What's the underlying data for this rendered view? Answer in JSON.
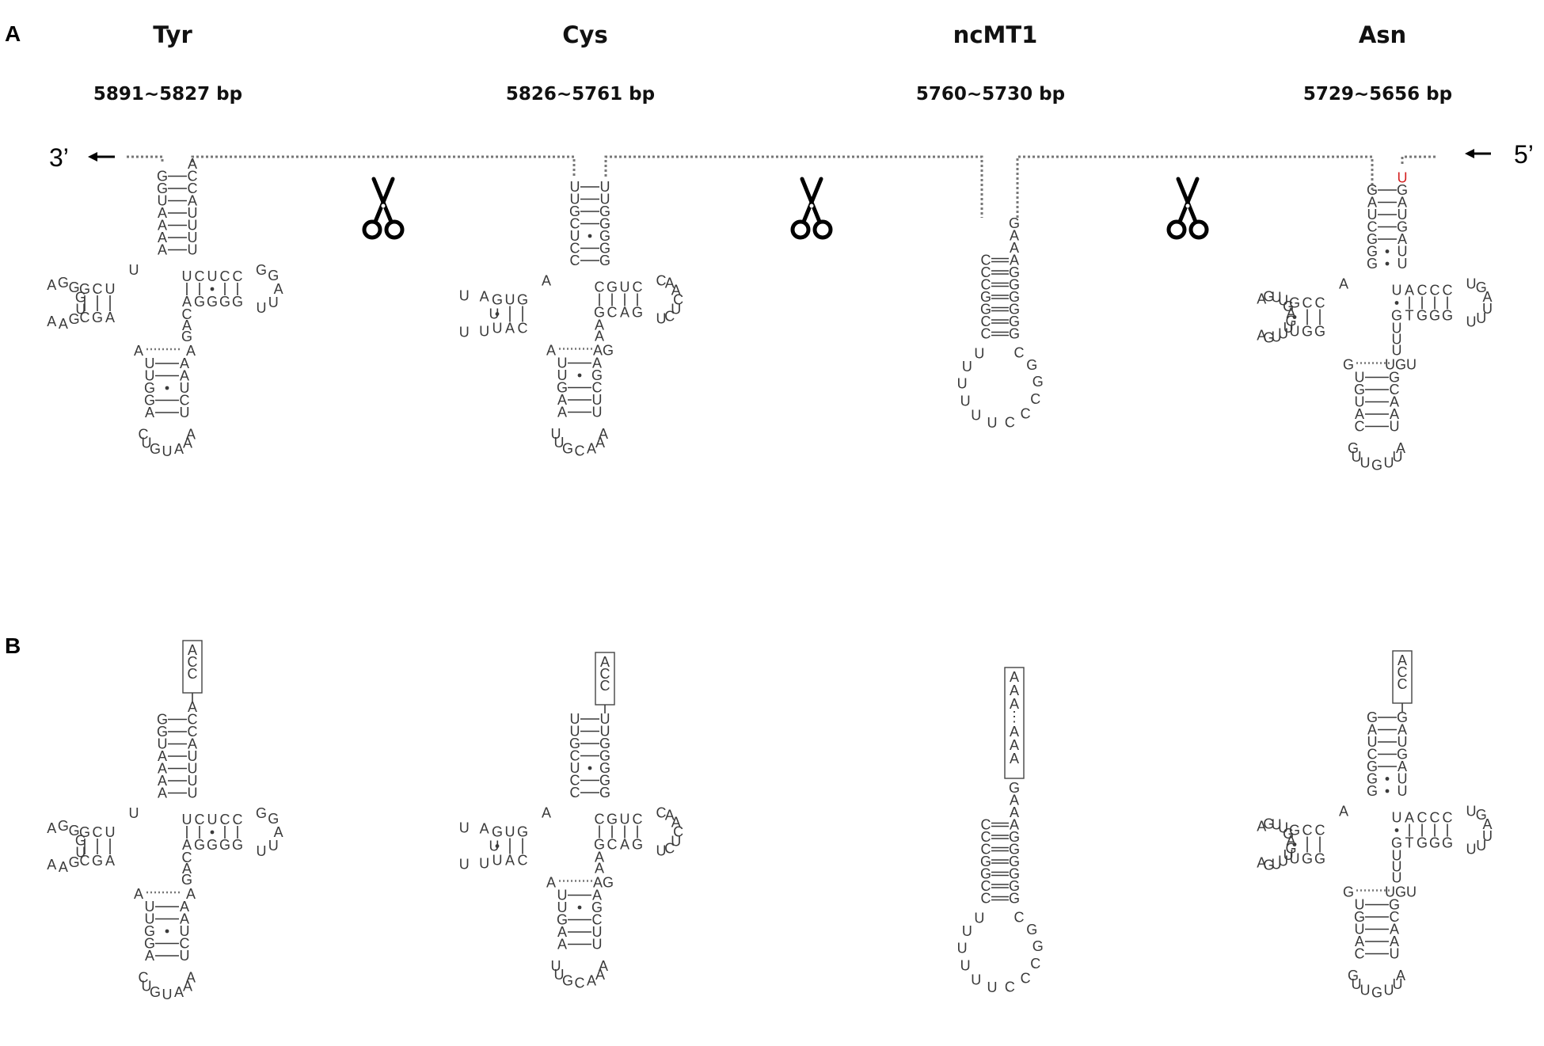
{
  "panels": {
    "a_label": "A",
    "b_label": "B"
  },
  "strand": {
    "three_prime": "3’",
    "five_prime": "5’",
    "arrow_color": "#000000",
    "backbone_color": "#777777"
  },
  "colors": {
    "nucleotide": "#3a3a3a",
    "highlight": "#d42020"
  },
  "icons": {
    "cleavage": "scissors-icon",
    "direction": "left-arrow-icon"
  },
  "genes": [
    {
      "id": "tyr",
      "name": "Tyr",
      "range": "5891~5827 bp",
      "type": "trna",
      "acc": {
        "stem5": "GGUAAAA",
        "stem3": "CCAUUUU",
        "pairs": "|||||||",
        "disc": "A"
      },
      "d": {
        "stem5": "UCG",
        "stem3": "AGC",
        "pairs": "|||",
        "loop": "AGGGUGAA"
      },
      "link1": "U",
      "ac": {
        "stem5": "UUGGA",
        "stem3": "AAUCU",
        "pairs": "||.||",
        "loop": "CUGUAAA",
        "top5": "A",
        "top3": "A"
      },
      "var": "CAG",
      "t": {
        "stem5": "UCUCC",
        "stem3": "AGGGG",
        "pairs": "||.||",
        "loop": "GGAUU"
      },
      "tail": "ACC"
    },
    {
      "id": "cys",
      "name": "Cys",
      "range": "5826~5761 bp",
      "type": "trna",
      "acc": {
        "stem5": "UUGCUCC",
        "stem3": "UUGGGGG",
        "pairs": "||||.||",
        "disc": ""
      },
      "d": {
        "stem5": "GUG",
        "stem3": "CAU",
        "pairs": "||.",
        "loop": "UAUUU"
      },
      "link1": "A",
      "ac": {
        "stem5": "UUGAA",
        "stem3": "AGCUU",
        "pairs": "|.|||",
        "loop": "UUGCAAA",
        "top5": "A",
        "top3": "AG"
      },
      "var": "AA",
      "t": {
        "stem5": "CGUC",
        "stem3": "GCAG",
        "pairs": "||||",
        "loop": "CAACUCU"
      },
      "tail": "ACC"
    },
    {
      "id": "ncmt1",
      "name": "ncMT1",
      "range": "5760~5730 bp",
      "type": "hairpin",
      "hp": {
        "stem5": "GAAAGGGGGG",
        "stem3": "CUCCCCGGCC",
        "pairs": "---|||||||",
        "loop": "CGGCCCUUUUUU"
      },
      "tail": "AAA:AAA"
    },
    {
      "id": "asn",
      "name": "Asn",
      "range": "5729~5656 bp",
      "type": "trna",
      "leading_red": "U",
      "acc": {
        "stem5": "GAUCGGG",
        "stem3": "GAUGAUU",
        "pairs": "|||||..",
        "disc": ""
      },
      "d": {
        "stem5": "CCG",
        "stem3": "GGU",
        "pairs": "||.",
        "loop": "AGUUGAGUUUGA"
      },
      "link1": "A",
      "ac": {
        "stem5": "UGUAC",
        "stem3": "GCAAU",
        "pairs": "|||||",
        "loop": "GUUGUUA",
        "top5": "G",
        "top3": "UGU"
      },
      "var": "UUU",
      "t": {
        "stem5": "UACCC",
        "stem3": "GTGGG",
        "pairs": ".||||",
        "loop": "UGAUUU"
      },
      "tail": "ACC"
    }
  ]
}
